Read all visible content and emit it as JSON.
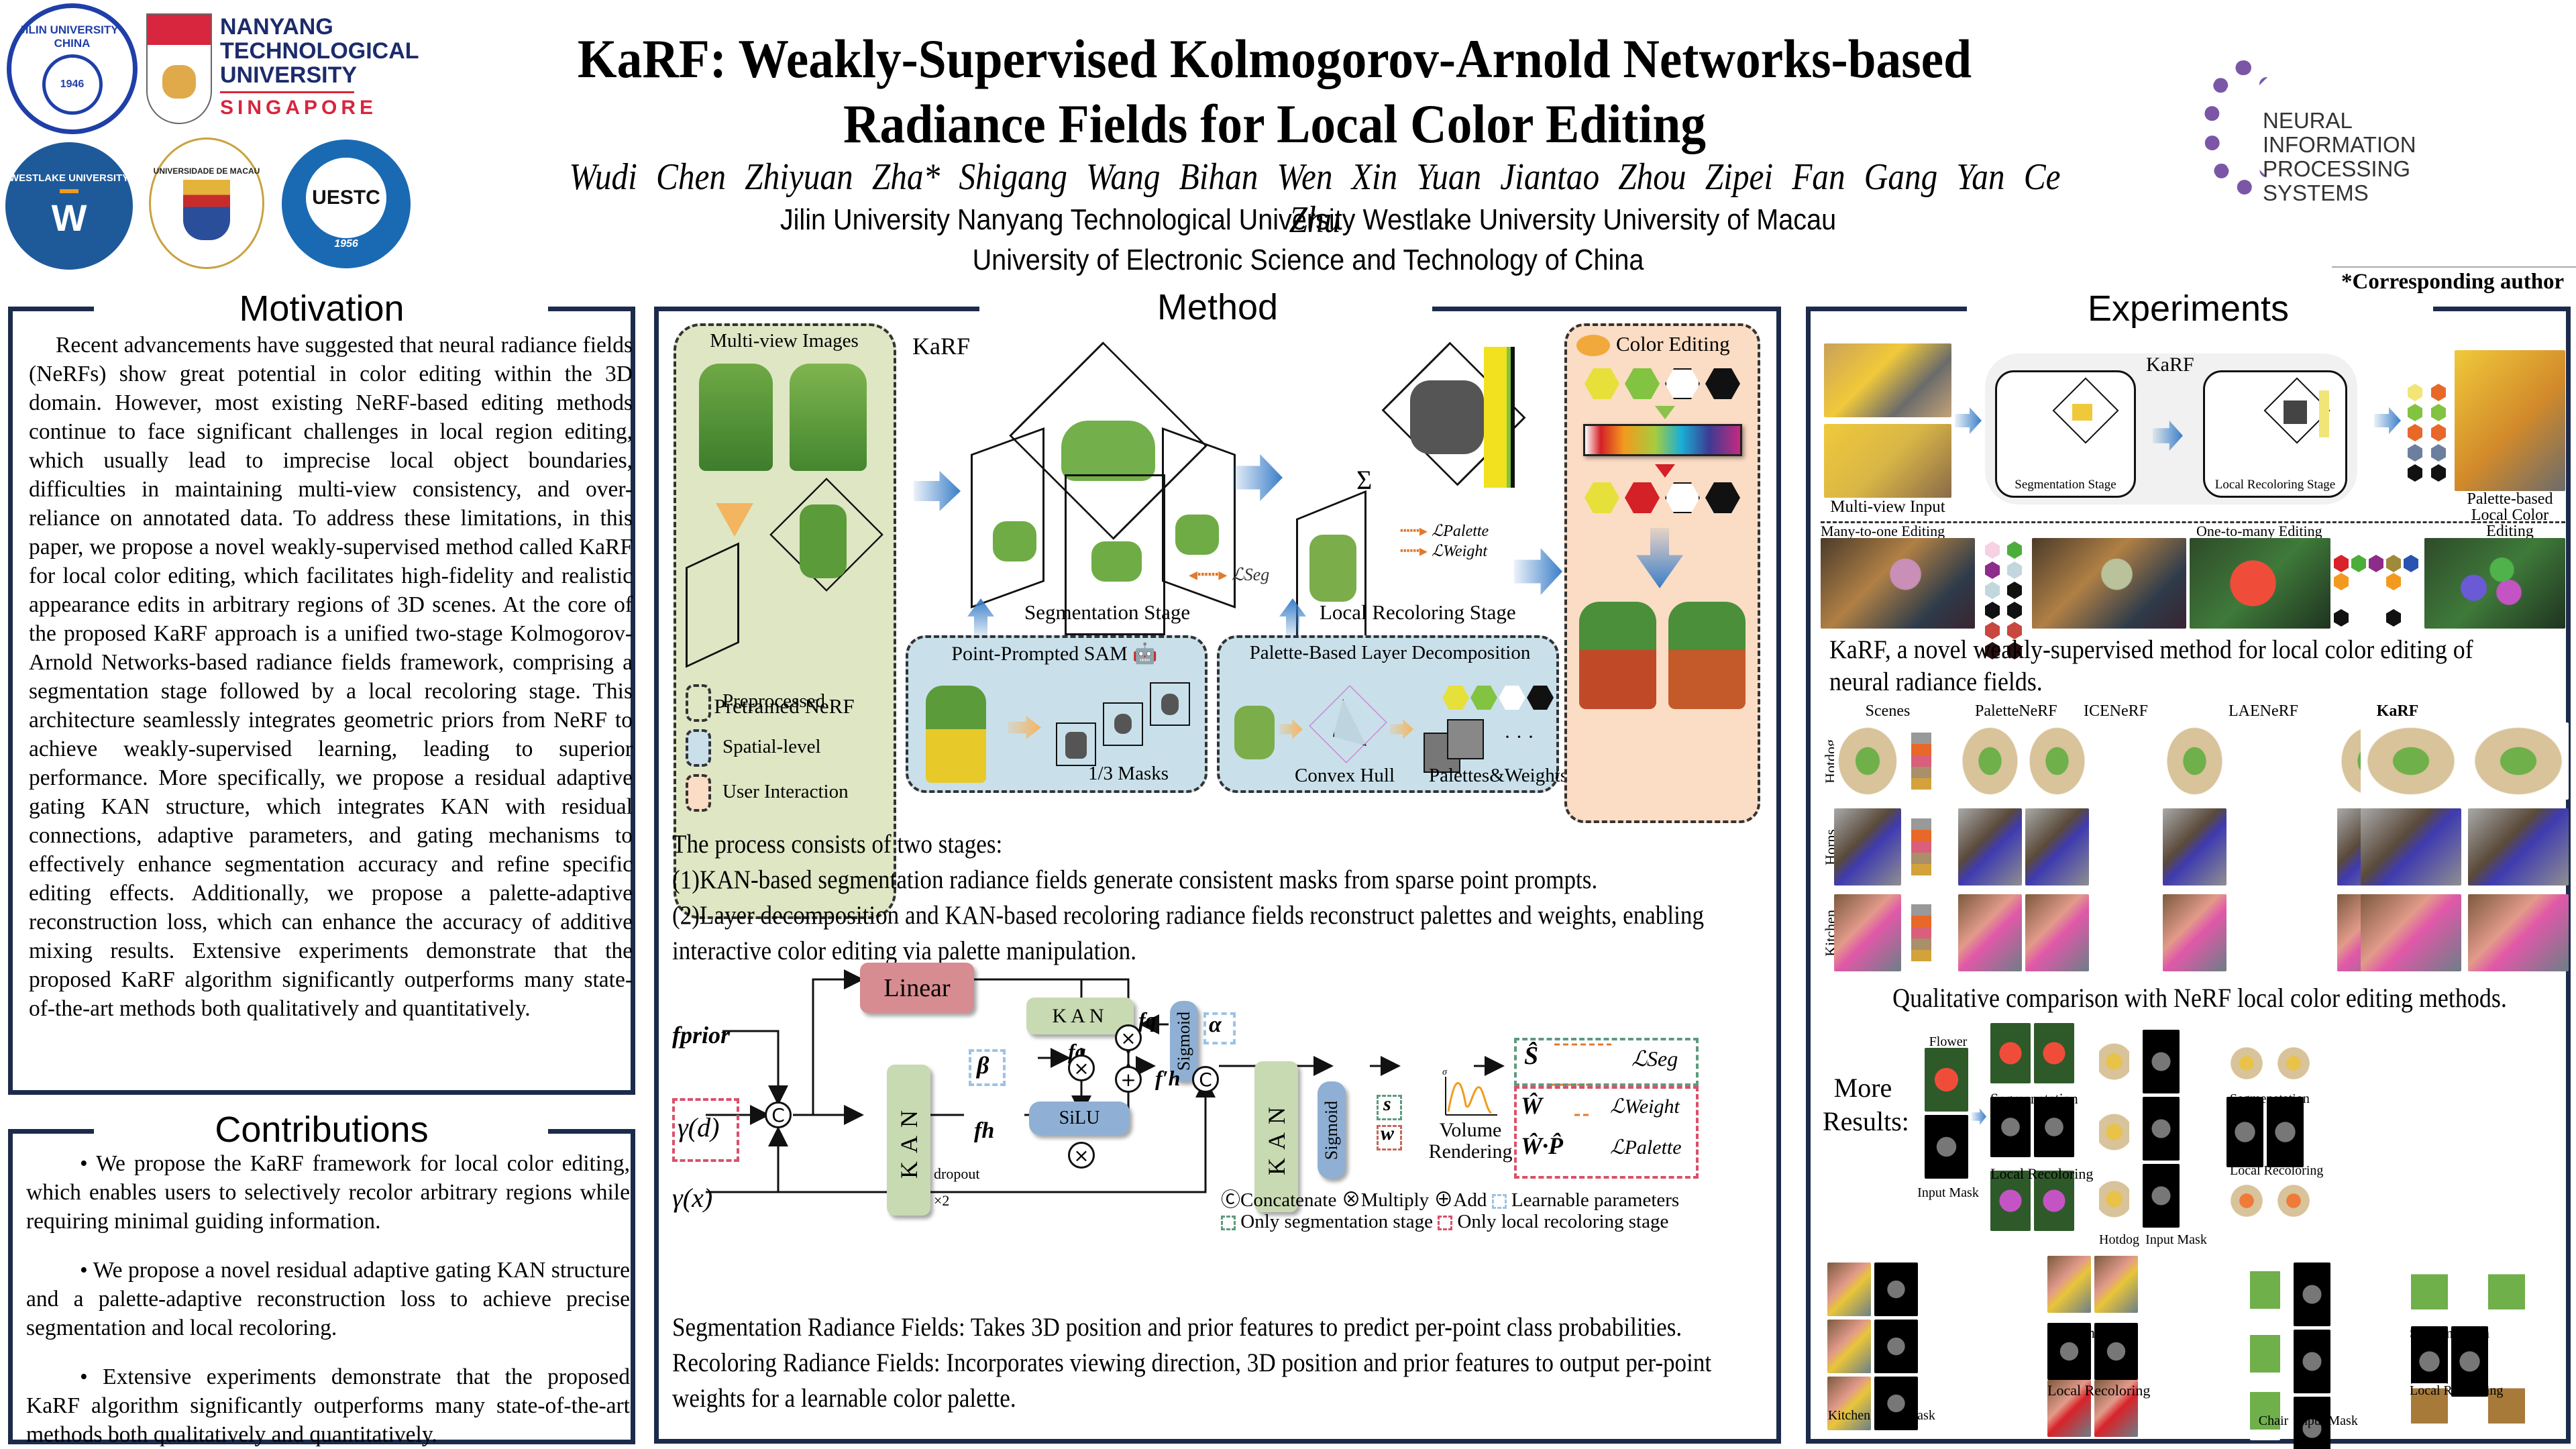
{
  "header": {
    "title_line1": "KaRF: Weakly-Supervised Kolmogorov-Arnold Networks-based",
    "title_line2": "Radiance Fields for Local Color Editing",
    "authors": "Wudi Chen   Zhiyuan Zha*   Shigang Wang   Bihan Wen   Xin Yuan   Jiantao Zhou   Zipei Fan   Gang Yan   Ce Zhu",
    "affiliations_line1": "Jilin University   Nanyang Technological University   Westlake University   University of Macau",
    "affiliations_line2": "University of Electronic Science and Technology of China",
    "corresponding": "*Corresponding author",
    "logos": {
      "jilin": {
        "ring": "JILIN UNIVERSITY · CHINA",
        "year": "1946"
      },
      "ntu": {
        "line1": "NANYANG",
        "line2": "TECHNOLOGICAL",
        "line3": "UNIVERSITY",
        "line4": "SINGAPORE"
      },
      "westlake": {
        "ring": "WESTLAKE UNIVERSITY"
      },
      "macau": {
        "ring": "UNIVERSIDADE DE MACAU"
      },
      "uestc": {
        "name": "UESTC",
        "year": "1956"
      },
      "neurips": {
        "line1": "NEURAL INFORMATION",
        "line2": "PROCESSING SYSTEMS"
      }
    },
    "colors": {
      "navy": "#1c2b4b",
      "ntu_red": "#d7263d",
      "neurips_purple": "#6b4a91",
      "jilin_blue": "#1f3fa8"
    }
  },
  "motivation": {
    "title": "Motivation",
    "text": "Recent advancements have suggested that neural radiance fields (NeRFs) show great potential in color editing within the 3D domain. However, most existing NeRF-based editing methods continue to face significant challenges in local region editing, which usually lead to imprecise local object boundaries, difficulties in maintaining multi-view consistency, and over-reliance on annotated data. To address these limitations, in this paper, we propose a novel weakly-supervised method called KaRF for local color editing, which facilitates high-fidelity and realistic appearance edits in arbitrary regions of 3D scenes. At the core of the proposed KaRF approach is a unified two-stage Kolmogorov-Arnold Networks-based radiance fields framework, comprising a segmentation stage followed by a local recoloring stage. This architecture seamlessly integrates geometric priors from NeRF to achieve weakly-supervised learning, leading to superior performance. More specifically, we propose a residual adaptive gating KAN structure, which integrates KAN with residual connections, adaptive parameters, and gating mechanisms to effectively enhance segmentation accuracy and refine specific editing effects. Additionally, we propose a palette-adaptive reconstruction loss, which can enhance the accuracy of additive mixing results. Extensive experiments demonstrate that the proposed KaRF algorithm significantly outperforms many state-of-the-art methods both qualitatively and quantitatively."
  },
  "contributions": {
    "title": "Contributions",
    "items": [
      "• We propose the KaRF framework for local color editing, which enables users to selectively recolor arbitrary regions while requiring minimal guiding information.",
      "• We propose a novel residual adaptive gating KAN structure and a palette-adaptive reconstruction loss to achieve precise segmentation and local recoloring.",
      "• Extensive experiments demonstrate that the proposed KaRF algorithm significantly outperforms many state-of-the-art methods both qualitatively and quantitatively."
    ]
  },
  "method": {
    "title": "Method",
    "pipeline": {
      "karf_label": "KaRF",
      "multiview_label": "Multi-view Images",
      "pretrained_label": "Pretrained NeRF",
      "segmentation_stage": "Segmentation Stage",
      "recoloring_stage": "Local Recoloring Stage",
      "loss_seg": "ℒSeg",
      "loss_palette": "ℒPalette",
      "loss_weight": "ℒWeight",
      "sigma": "Σ",
      "sam_title": "Point-Prompted SAM",
      "masks_label": "1/3 Masks",
      "decomp_title": "Palette-Based Layer Decomposition",
      "convex_hull": "Convex Hull",
      "palettes_weights": "Palettes&Weights",
      "color_editing": "Color Editing",
      "legend": [
        {
          "label": "Preprocessed",
          "color": "#dfe6c4"
        },
        {
          "label": "Spatial-level",
          "color": "#c9e0ea"
        },
        {
          "label": "User Interaction",
          "color": "#fbdcc4"
        }
      ],
      "palette_before": [
        "#e6e03a",
        "#82c341",
        "#ffffff",
        "#111111"
      ],
      "palette_after": [
        "#e6e03a",
        "#d42027",
        "#ffffff",
        "#111111"
      ]
    },
    "process_text": [
      "The process consists of two stages:",
      "(1)KAN-based segmentation radiance fields generate consistent masks from sparse point prompts.",
      "(2)Layer decomposition and KAN-based recoloring radiance fields reconstruct palettes and weights, enabling interactive color editing via palette manipulation."
    ],
    "arch": {
      "linear": "Linear",
      "kan": "KAN",
      "kan_vertical": "KAN",
      "silu": "SiLU",
      "sigmoid": "Sigmoid",
      "f_prior": "fprior",
      "gamma_d": "γ(d)",
      "gamma_x": "γ(x)",
      "f_g": "fg",
      "f_q": "fq",
      "f_h": "fh",
      "f_h_prime": "f′h",
      "beta": "β",
      "alpha": "α",
      "dropout": "dropout",
      "times2": "×2",
      "s": "s",
      "w": "w",
      "volume_rendering": "Volume Rendering",
      "sigma_axis": "σ",
      "s_hat": "Ŝ",
      "w_hat": "Ŵ",
      "wp_hat": "Ŵ·P̂",
      "l_seg": "ℒSeg",
      "l_weight": "ℒWeight",
      "l_palette": "ℒPalette",
      "legend_concat": "Concatenate",
      "legend_multiply": "Multiply",
      "legend_add": "Add",
      "legend_learnable": "Learnable parameters",
      "legend_seg_only": "Only segmentation stage",
      "legend_recolor_only": "Only local recoloring stage"
    },
    "fields_text": [
      "Segmentation Radiance Fields: Takes 3D position and prior features to predict per-point class probabilities.",
      "Recoloring Radiance Fields: Incorporates viewing direction, 3D position and prior features to output per-point weights for a learnable color palette."
    ]
  },
  "experiments": {
    "title": "Experiments",
    "overview": {
      "karf": "KaRF",
      "multiview_input": "Multi-view Input",
      "segmentation_stage": "Segmentation Stage",
      "recoloring_stage": "Local Recoloring Stage",
      "palette_based": "Palette-based",
      "local_color_editing": "Local Color Editing",
      "many_to_one": "Many-to-one Editing",
      "one_to_many": "One-to-many Editing"
    },
    "caption1": "KaRF, a novel weakly-supervised method for local color editing of neural radiance fields.",
    "comparison": {
      "columns": [
        "Scenes",
        "PaletteNeRF",
        "ICENeRF",
        "LAENeRF",
        "KaRF"
      ],
      "rows": [
        "Hotdog",
        "Horns",
        "Kitchen"
      ]
    },
    "caption2": "Qualitative comparison with NeRF local color editing methods.",
    "more_results": {
      "label_line1": "More",
      "label_line2": "Results:",
      "flower": "Flower",
      "input_mask": "Input Mask",
      "segmentation": "Segmenetation",
      "local_recoloring": "Local Recoloring",
      "hotdog": "Hotdog",
      "kitchen": "Kitchen",
      "chair": "Chair"
    }
  }
}
